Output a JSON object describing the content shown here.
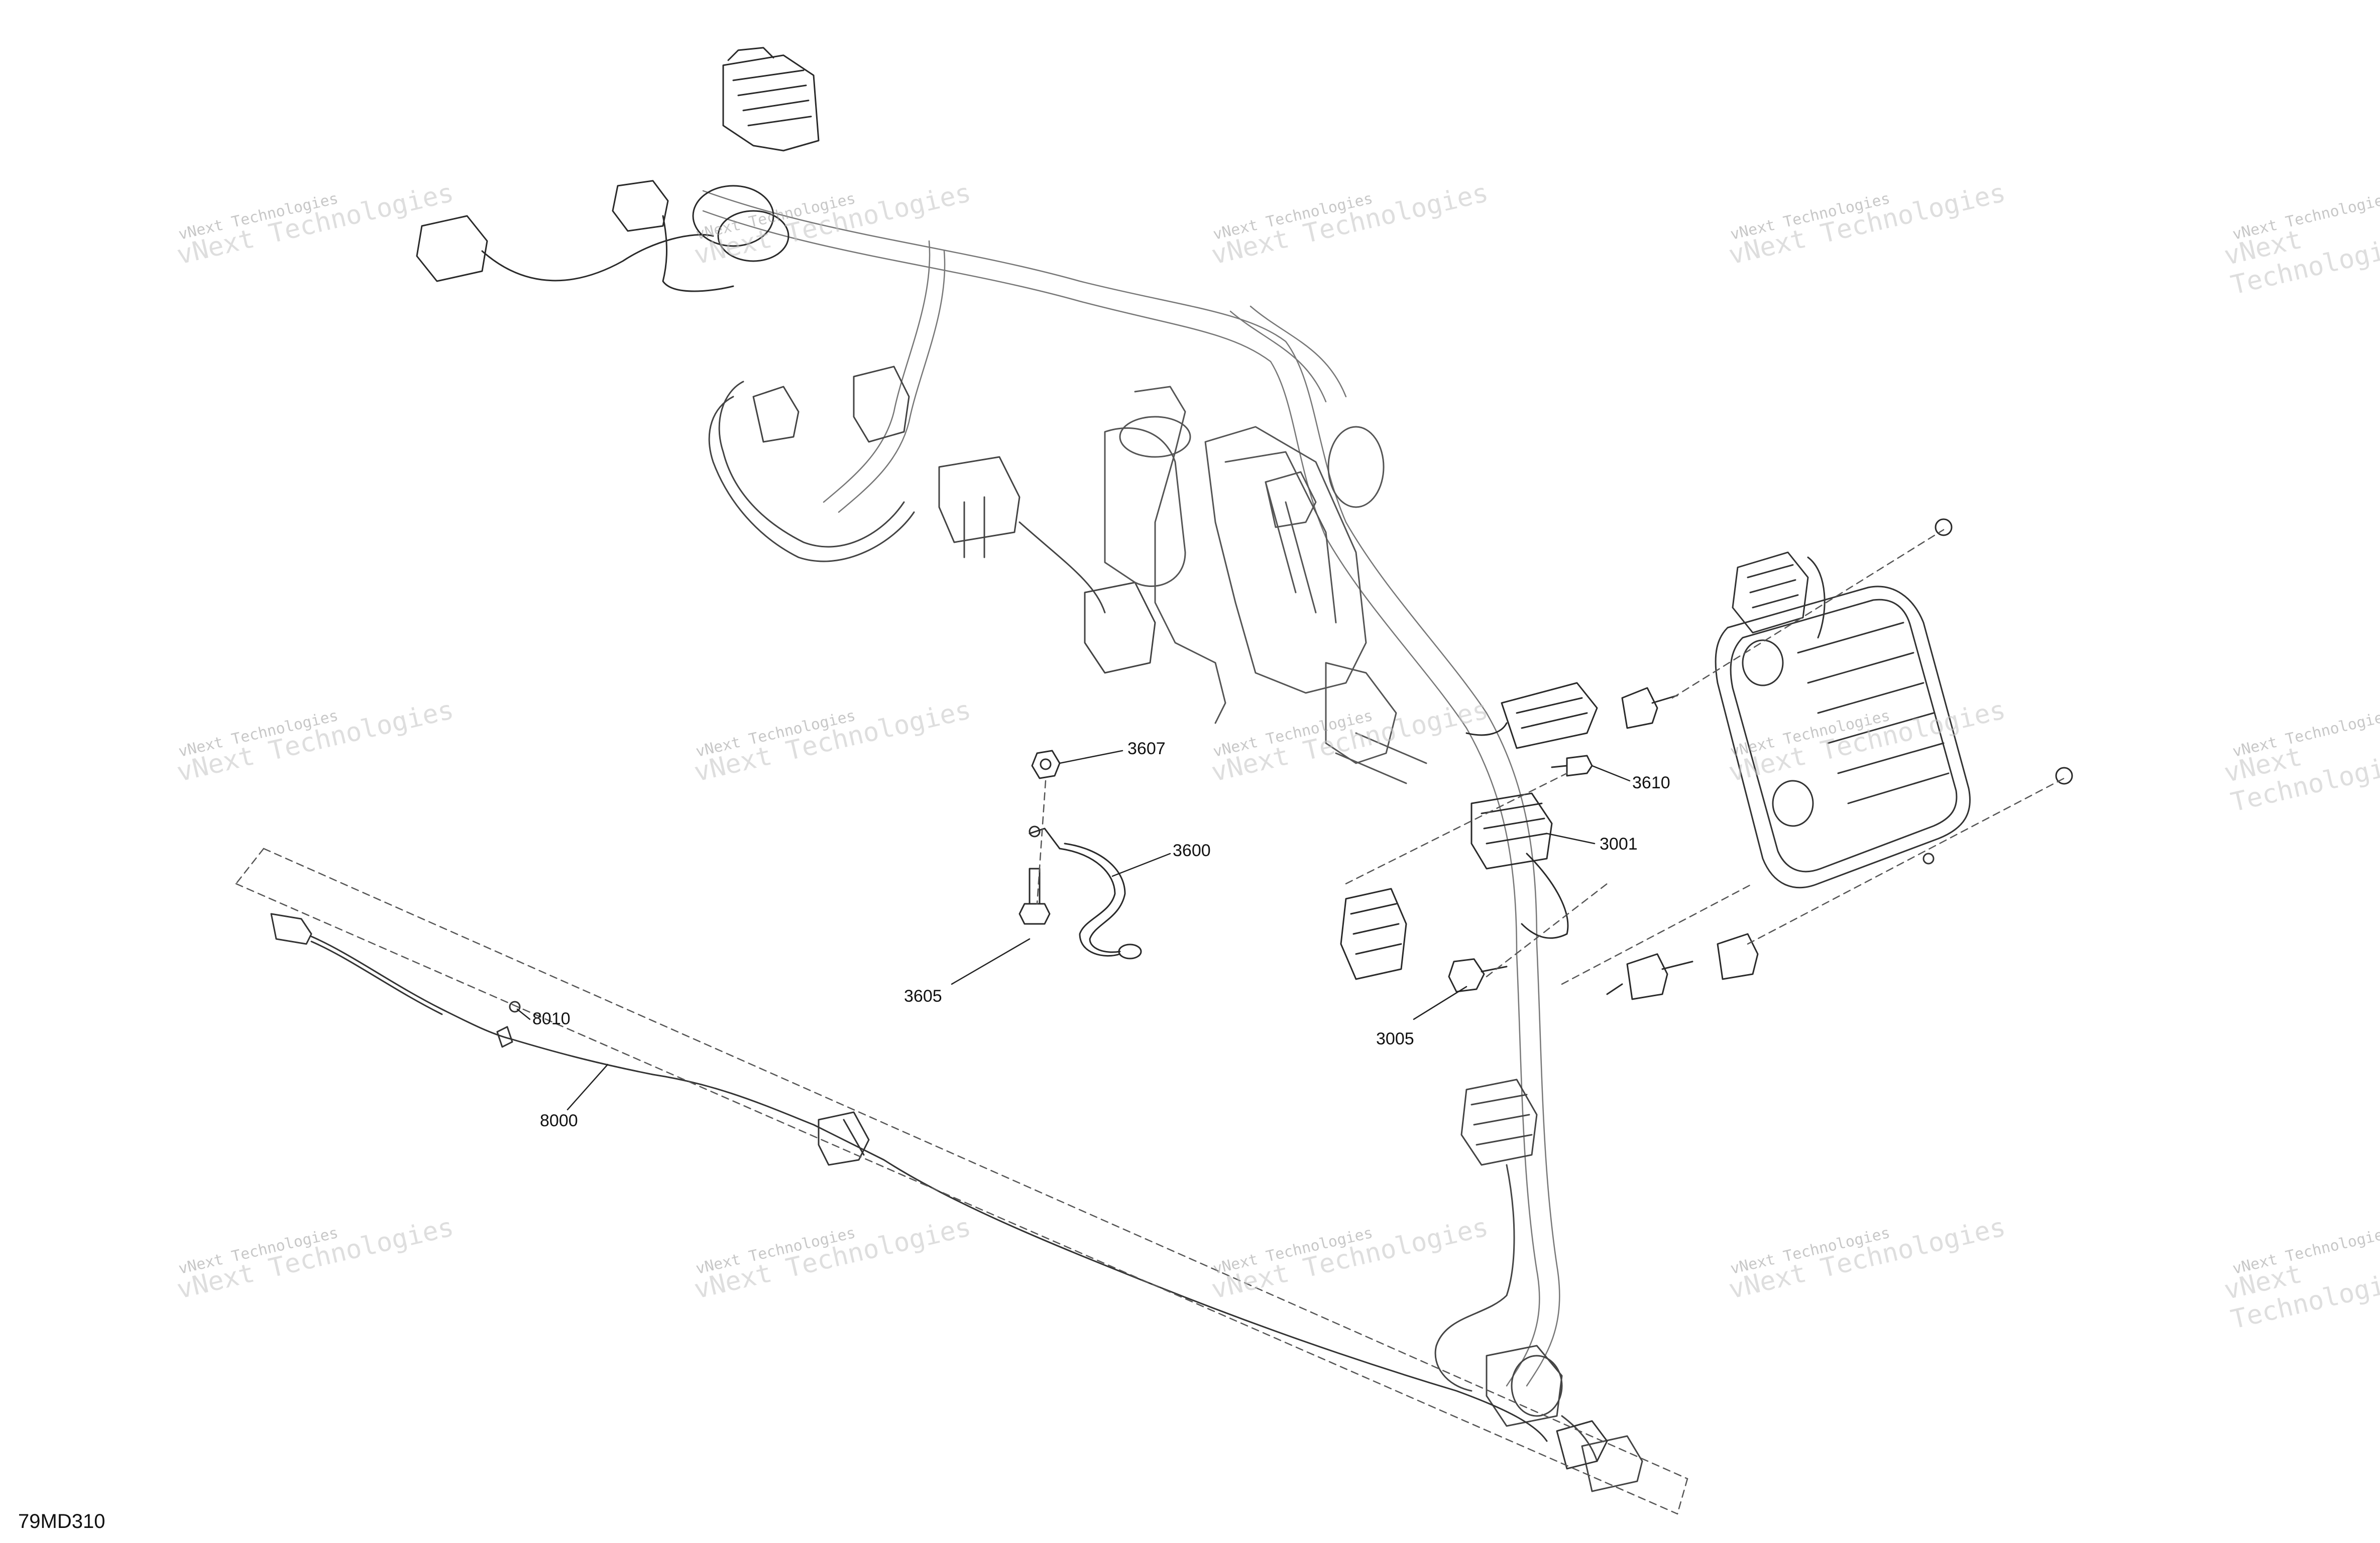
{
  "diagram": {
    "code": "79MD310",
    "callouts": [
      {
        "id": "c3607",
        "label": "3607"
      },
      {
        "id": "c3600",
        "label": "3600"
      },
      {
        "id": "c3605",
        "label": "3605"
      },
      {
        "id": "c3610",
        "label": "3610"
      },
      {
        "id": "c3001",
        "label": "3001"
      },
      {
        "id": "c3005",
        "label": "3005"
      },
      {
        "id": "c8010",
        "label": "8010"
      },
      {
        "id": "c8000",
        "label": "8000"
      }
    ],
    "watermark": {
      "line1": "vNext Technologies",
      "line2": "vNext Technologies"
    }
  }
}
